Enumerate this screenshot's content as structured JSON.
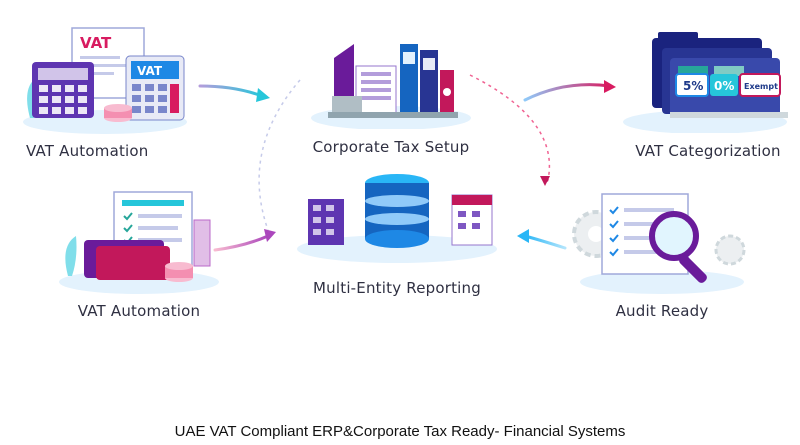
{
  "nodes": {
    "vat_automation_top": {
      "label": "VAT Automation",
      "badges": [
        "VAT",
        "VAT"
      ]
    },
    "corporate_tax_setup": {
      "label": "Corporate Tax Setup"
    },
    "vat_categorization": {
      "label": "VAT Categorization",
      "tags": [
        "5%",
        "0%",
        "Exempt"
      ]
    },
    "vat_automation_bottom": {
      "label": "VAT Automation"
    },
    "multi_entity_reporting": {
      "label": "Multi-Entity Reporting"
    },
    "audit_ready": {
      "label": "Audit Ready"
    }
  },
  "caption": "UAE VAT Compliant ERP&Corporate Tax Ready- Financial Systems",
  "colors": {
    "purple": "#6a1b9a",
    "magenta": "#c2185b",
    "teal": "#26c6da",
    "navy": "#1f3a6b",
    "blue": "#2f6fb3",
    "pink": "#f48fb1"
  }
}
